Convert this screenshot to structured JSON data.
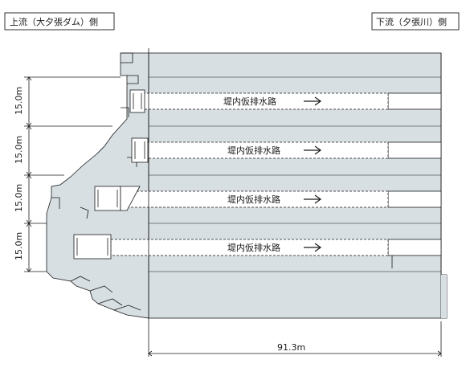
{
  "upstream_label": "上流（大夕張ダム）側",
  "downstream_label": "下流（夕張川）側",
  "channel_label": "堤内仮排水路",
  "elevation_spacing_label": "15.0m",
  "length_label": "91.3m",
  "channels": [
    {
      "label": "堤内仮排水路"
    },
    {
      "label": "堤内仮排水路"
    },
    {
      "label": "堤内仮排水路"
    },
    {
      "label": "堤内仮排水路"
    }
  ],
  "dimension_labels": [
    "15.0m",
    "15.0m",
    "15.0m",
    "15.0m"
  ],
  "colors": {
    "dam_fill": "#d7dfe3",
    "line": "#1a1a1a",
    "dashed": "#1a1a1a",
    "background": "#ffffff"
  }
}
